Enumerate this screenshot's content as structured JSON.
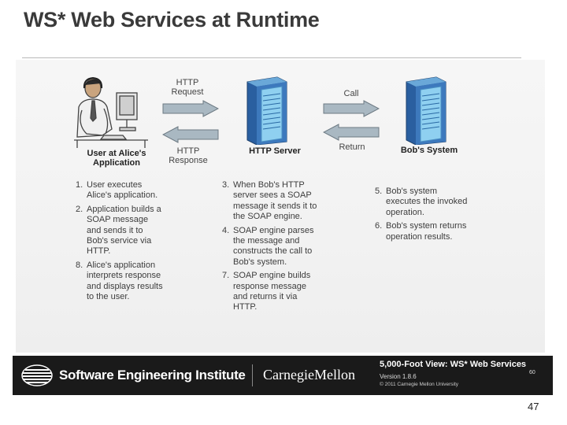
{
  "slide": {
    "title": "WS* Web Services at Runtime",
    "page_number": "47"
  },
  "diagram": {
    "user_label": "User at Alice's Application",
    "http_request_label": "HTTP Request",
    "http_response_label": "HTTP Response",
    "http_server_label": "HTTP Server",
    "call_label": "Call",
    "return_label": "Return",
    "bobs_system_label": "Bob's System"
  },
  "steps_col1": [
    {
      "num": "1.",
      "text": "User executes Alice's application."
    },
    {
      "num": "2.",
      "text": "Application builds a SOAP message and sends it to Bob's service via HTTP."
    },
    {
      "num": "8.",
      "text": "Alice's application interprets response and displays results to the user."
    }
  ],
  "steps_col2": [
    {
      "num": "3.",
      "text": "When Bob's HTTP server sees a SOAP message it sends it to the SOAP engine."
    },
    {
      "num": "4.",
      "text": "SOAP engine parses the message and constructs the call to Bob's system."
    },
    {
      "num": "7.",
      "text": "SOAP engine builds response message and returns it via HTTP."
    }
  ],
  "steps_col3": [
    {
      "num": "5.",
      "text": "Bob's system executes the invoked operation."
    },
    {
      "num": "6.",
      "text": "Bob's system returns operation results."
    }
  ],
  "footer": {
    "sei_name": "Software Engineering Institute",
    "cmu_name": "CarnegieMellon",
    "course_title": "5,000-Foot View: WS* Web Services",
    "version": "Version 1.8.6",
    "copyright": "© 2011 Carnegie Mellon University",
    "slide_no": "60"
  },
  "colors": {
    "arrow_fill": "#a9b8c2",
    "server_dark": "#2a5fa0",
    "server_light": "#8fd0f0",
    "footer_bg": "#1a1a1a"
  }
}
